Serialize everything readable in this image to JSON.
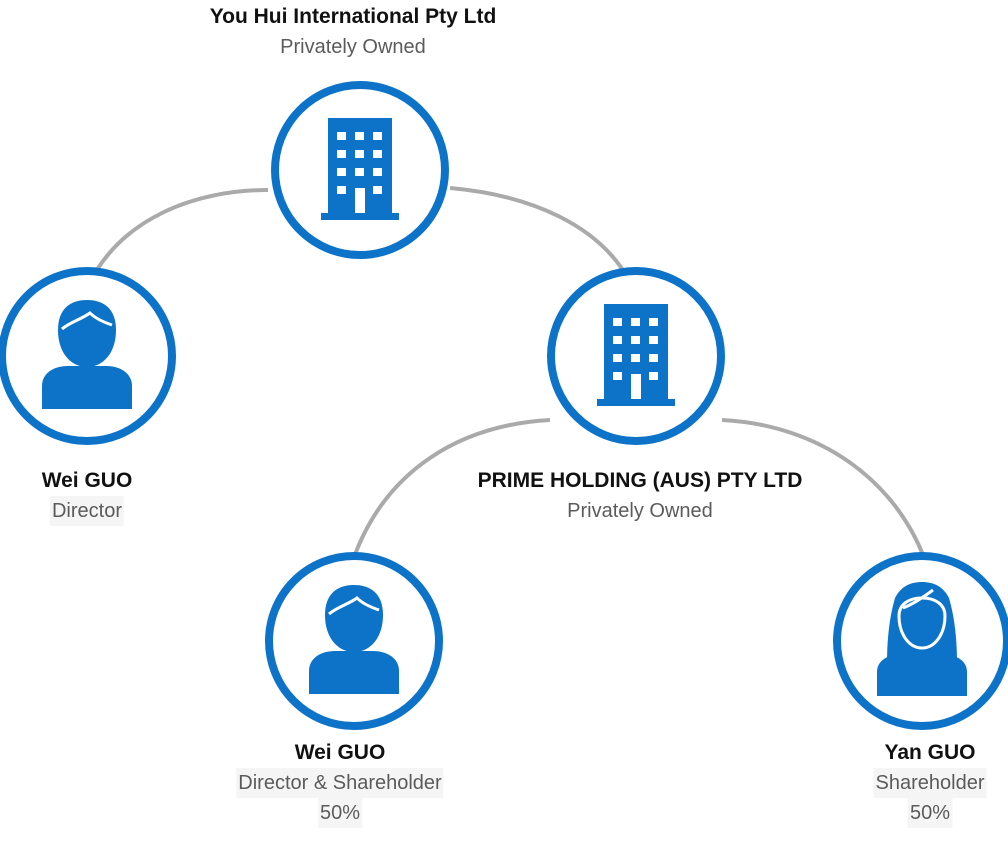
{
  "colors": {
    "accent": "#0d73c8",
    "connector": "#aaaaaa",
    "text_primary": "#111111",
    "text_secondary": "#5b5b5b"
  },
  "nodes": {
    "top_company": {
      "name": "You Hui International Pty Ltd",
      "subtitle": "Privately Owned",
      "icon": "building-icon"
    },
    "director_top": {
      "name": "Wei GUO",
      "role": "Director",
      "icon": "person-male-icon"
    },
    "prime_holding": {
      "name": "PRIME HOLDING (AUS) PTY LTD",
      "subtitle": "Privately Owned",
      "icon": "building-icon"
    },
    "wei_shareholder": {
      "name": "Wei GUO",
      "role": "Director & Shareholder",
      "share": "50%",
      "icon": "person-male-icon"
    },
    "yan_shareholder": {
      "name": "Yan GUO",
      "role": "Shareholder",
      "share": "50%",
      "icon": "person-female-icon"
    }
  }
}
